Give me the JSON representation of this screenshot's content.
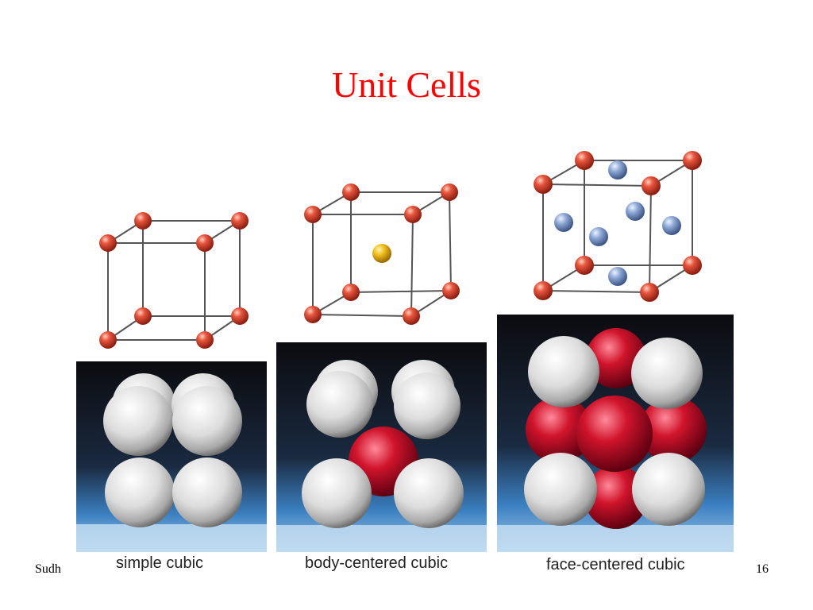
{
  "slide": {
    "title": "Unit Cells",
    "footer_left": "Sudh",
    "page_number": "16"
  },
  "colors": {
    "title": "#ff0000",
    "corner_atom": "#d9412e",
    "body_atom": "#e8b81a",
    "face_atom": "#7f9ccc",
    "model_white_sphere": "#f2f2f2",
    "model_red_sphere": "#c4102a"
  },
  "cells": [
    {
      "id": "simple-cubic",
      "caption": "simple cubic"
    },
    {
      "id": "body-centered-cubic",
      "caption": "body-centered cubic"
    },
    {
      "id": "face-centered-cubic",
      "caption": "face-centered cubic"
    }
  ]
}
